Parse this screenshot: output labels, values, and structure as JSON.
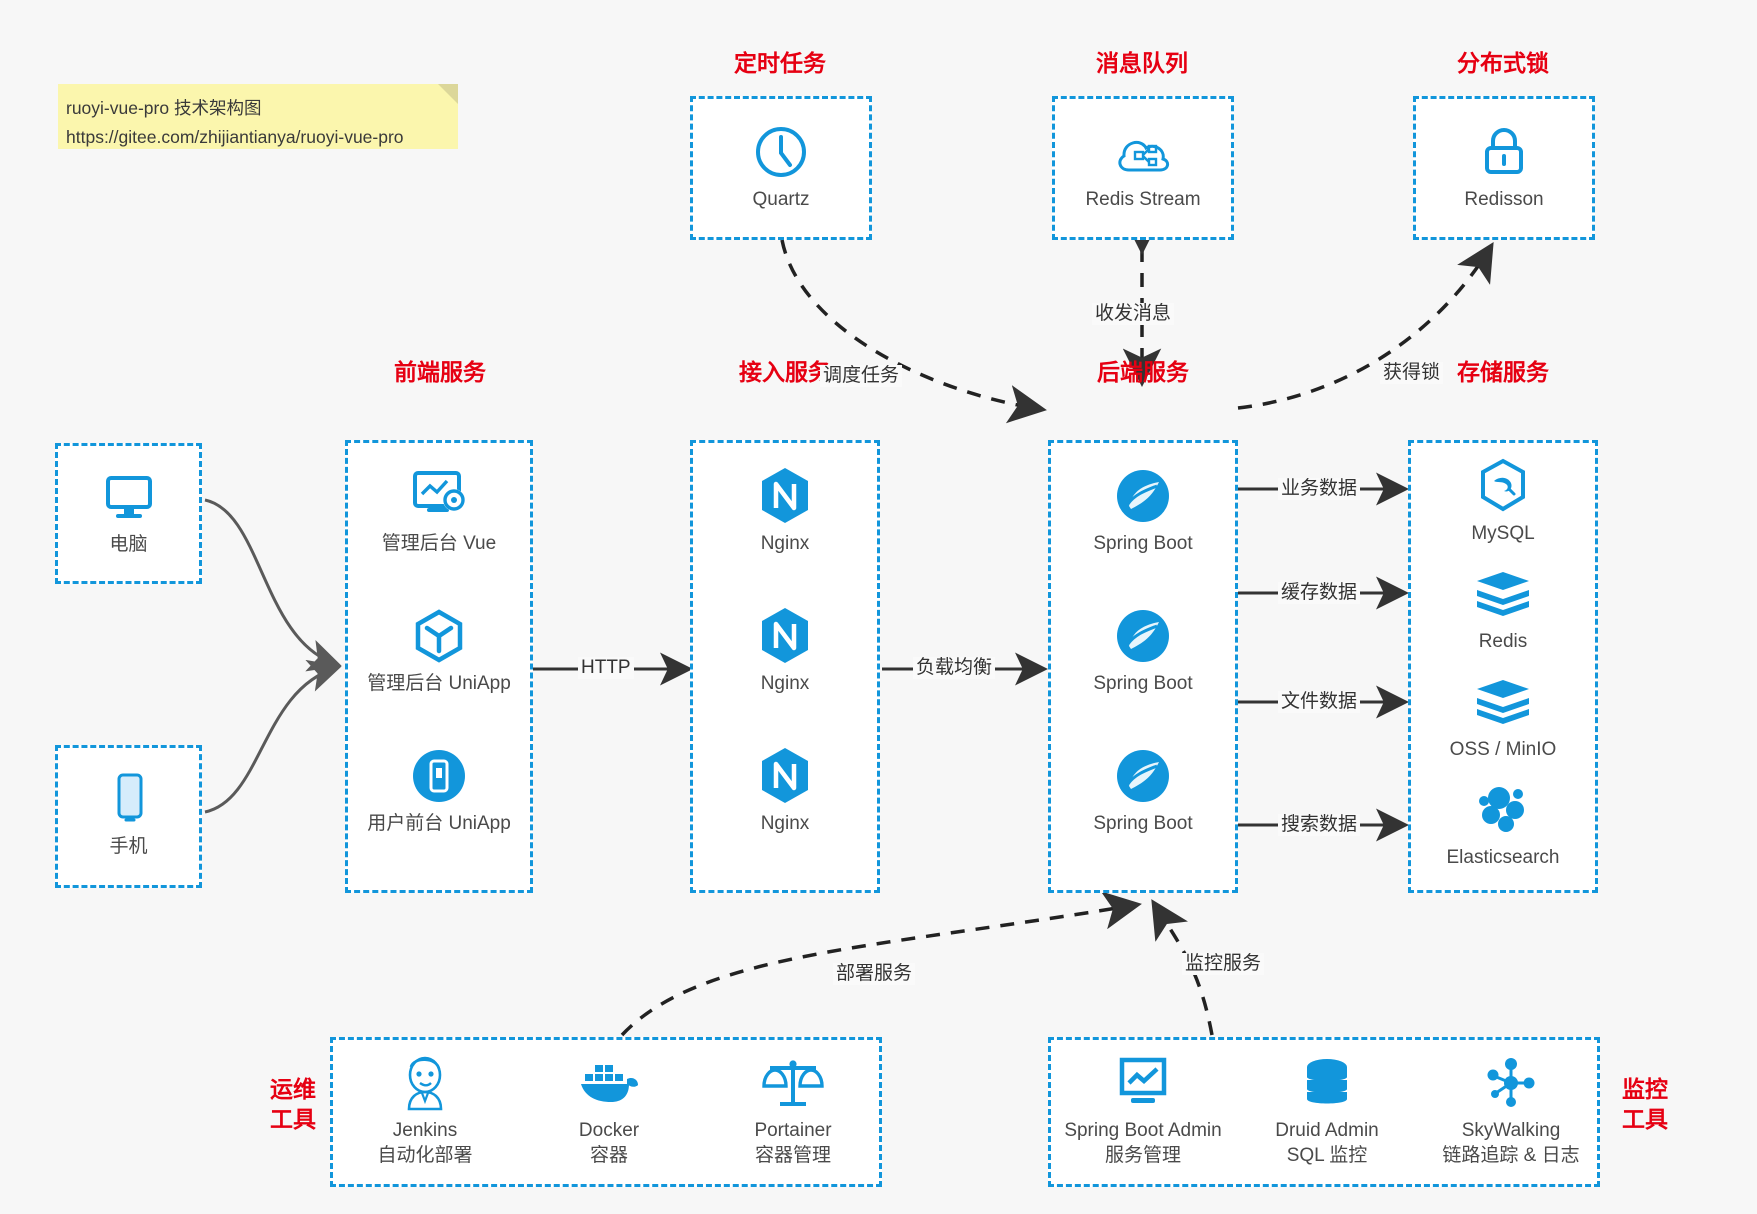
{
  "note": {
    "line1": "ruoyi-vue-pro 技术架构图",
    "line2": "https://gitee.com/zhijiantianya/ruoyi-vue-pro"
  },
  "groups": {
    "scheduled_task": "定时任务",
    "message_queue": "消息队列",
    "distributed_lock": "分布式锁",
    "frontend_service": "前端服务",
    "access_service": "接入服务",
    "backend_service": "后端服务",
    "storage_service": "存储服务",
    "ops_tools_line1": "运维",
    "ops_tools_line2": "工具",
    "monitor_tools_line1": "监控",
    "monitor_tools_line2": "工具"
  },
  "nodes": {
    "quartz": "Quartz",
    "redis_stream": "Redis Stream",
    "redisson": "Redisson",
    "computer": "电脑",
    "phone": "手机",
    "admin_vue": "管理后台 Vue",
    "admin_uniapp": "管理后台 UniApp",
    "user_uniapp": "用户前台 UniApp",
    "nginx1": "Nginx",
    "nginx2": "Nginx",
    "nginx3": "Nginx",
    "springboot1": "Spring Boot",
    "springboot2": "Spring Boot",
    "springboot3": "Spring Boot",
    "mysql": "MySQL",
    "redis": "Redis",
    "oss_minio": "OSS / MinIO",
    "elasticsearch": "Elasticsearch",
    "jenkins_name": "Jenkins",
    "jenkins_desc": "自动化部署",
    "docker_name": "Docker",
    "docker_desc": "容器",
    "portainer_name": "Portainer",
    "portainer_desc": "容器管理",
    "sba_name": "Spring Boot Admin",
    "sba_desc": "服务管理",
    "druid_name": "Druid Admin",
    "druid_desc": "SQL 监控",
    "skywalking_name": "SkyWalking",
    "skywalking_desc": "链路追踪 & 日志"
  },
  "edges": {
    "http": "HTTP",
    "load_balance": "负载均衡",
    "schedule_task": "调度任务",
    "send_receive_message": "收发消息",
    "acquire_lock": "获得锁",
    "business_data": "业务数据",
    "cache_data": "缓存数据",
    "file_data": "文件数据",
    "search_data": "搜索数据",
    "deploy_service": "部署服务",
    "monitor_service": "监控服务"
  },
  "colors": {
    "accent_blue": "#1296db",
    "title_red": "#e60012",
    "note_yellow": "#fbf6ad",
    "background": "#f7f7f7",
    "edge_dark": "#333333"
  }
}
